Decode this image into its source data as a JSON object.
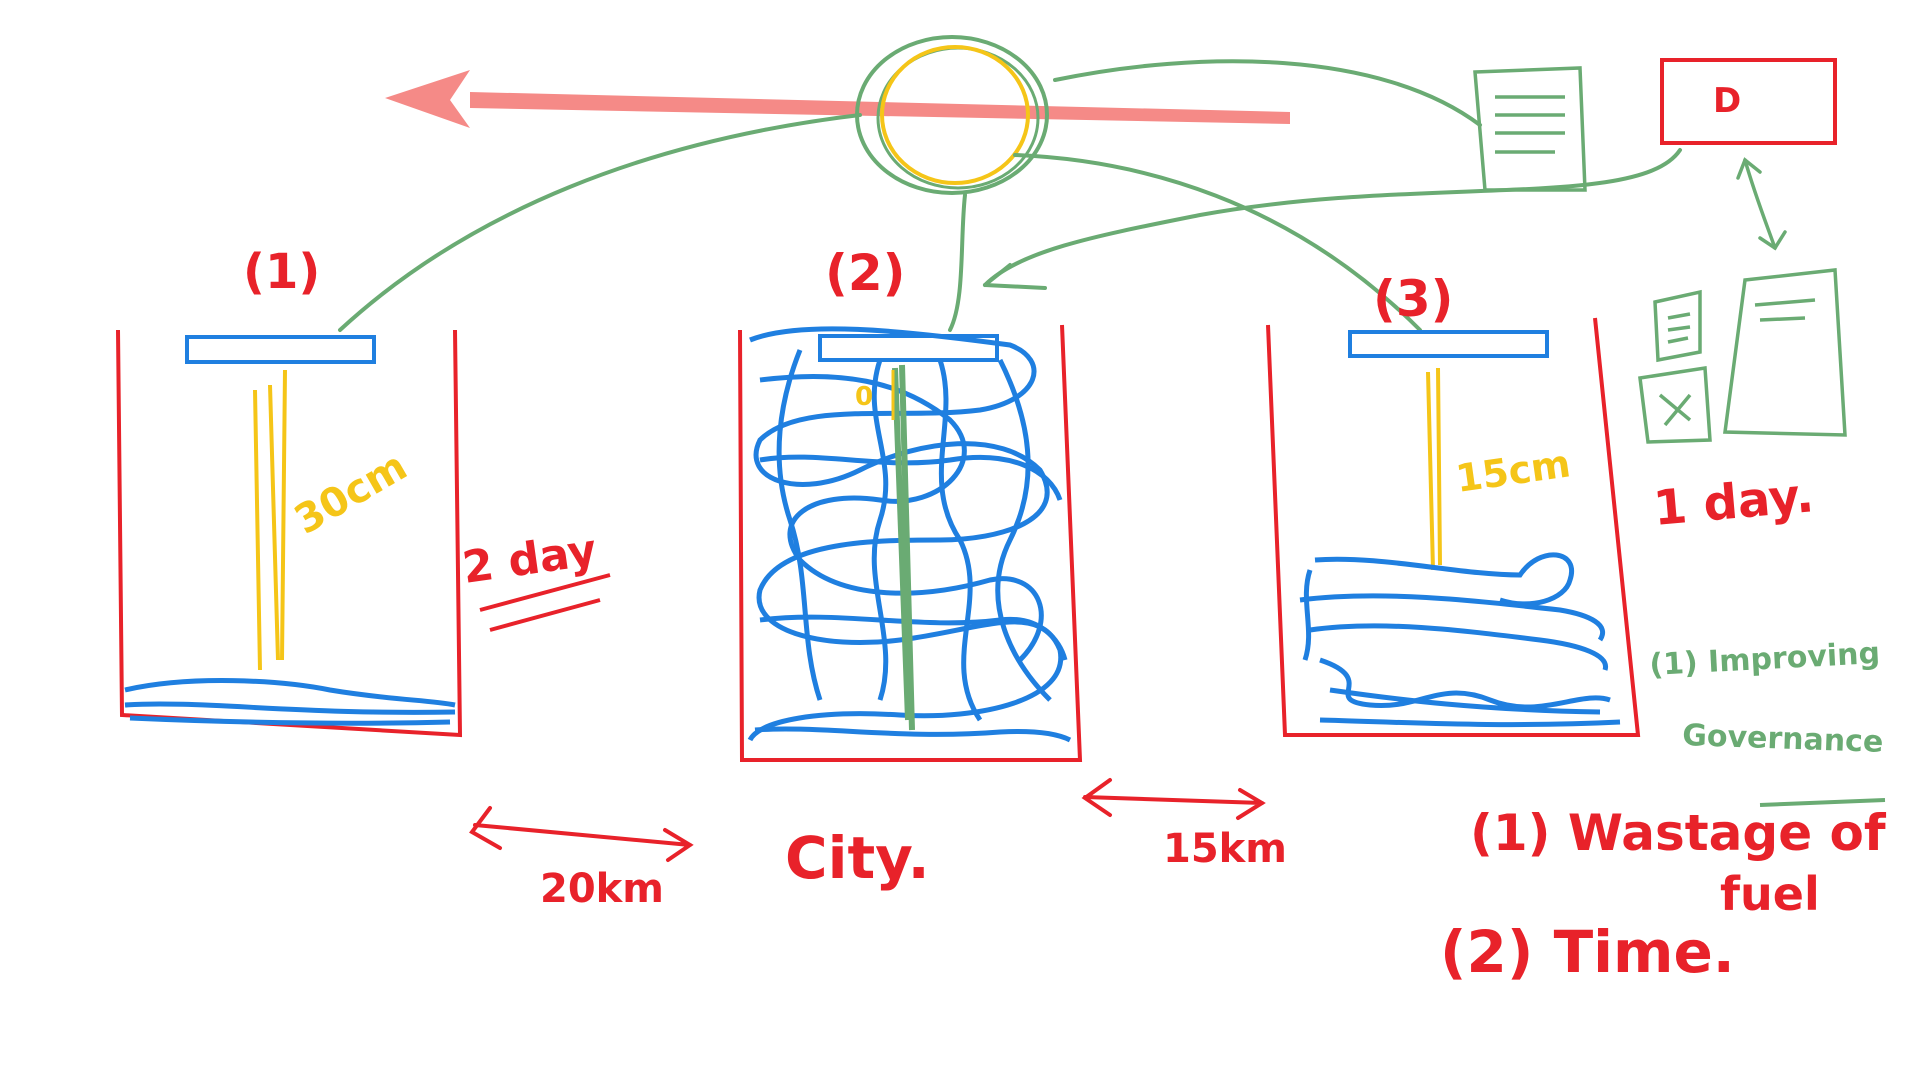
{
  "colors": {
    "red": "#e8222a",
    "blue": "#1f7fe0",
    "yellow": "#f5c518",
    "green": "#6aab73",
    "arrow": "#f58a87"
  },
  "bins": [
    {
      "number": "(1)",
      "fill_level": "30cm",
      "time": "2 day"
    },
    {
      "number": "(2)",
      "fill_level": "0",
      "time": ""
    },
    {
      "number": "(3)",
      "fill_level": "15cm",
      "time": ""
    }
  ],
  "distances": {
    "left": "20km",
    "right": "15km"
  },
  "city_label": "City.",
  "dashboard": {
    "label": "D",
    "time": "1 day."
  },
  "notes": {
    "green_item_1": "(1) Improving",
    "green_item_2": "Governance",
    "red_item_1_a": "(1) Wastage of",
    "red_item_1_b": "fuel",
    "red_item_2": "(2) Time."
  }
}
